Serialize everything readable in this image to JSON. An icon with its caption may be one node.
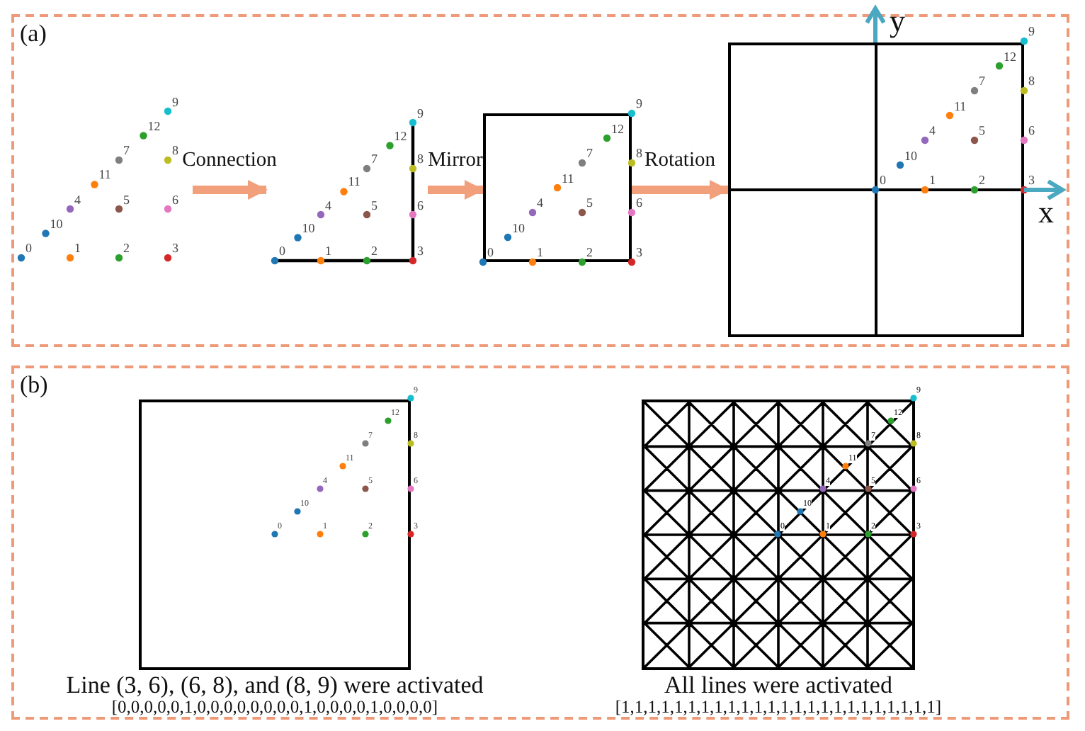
{
  "diagram": {
    "nodes": [
      {
        "text": [
          "(a)"
        ]
      },
      {
        "text": [],
        "shape": "picture",
        "in": 0
      },
      {
        "text": [],
        "shape": "picture",
        "in": 0
      },
      {
        "text": [],
        "shape": "box",
        "in": 0
      },
      {
        "text": [],
        "shape": "box",
        "in": 0
      },
      {
        "text": [
          "(b)"
        ]
      },
      {
        "text": [],
        "shape": "box",
        "in": 5,
        "beside": [
          "Line (3, 6), (6, 8), and (8, 9) were activated",
          "[0,0,0,0,0,1,0,0,0,0,0,0,0,0,1,0,0,0,0,1,0,0,0,0]"
        ]
      },
      {
        "text": [],
        "shape": "picture",
        "in": 5,
        "beside": [
          "All lines were activated",
          "[1,1,1,1,1,1,1,1,1,1,1,1,1,1,1,1,1,1,1,1,1,1,1,1]"
        ]
      }
    ],
    "edges": [
      {
        "from": 1,
        "to": 2,
        "arrow": "to",
        "label": "Connection"
      },
      {
        "from": 2,
        "to": 3,
        "arrow": "to",
        "label": "Mirror"
      },
      {
        "from": 3,
        "to": 4,
        "arrow": "to",
        "label": "Rotation"
      }
    ],
    "labels": [
      "0",
      "1",
      "2",
      "3",
      "4",
      "5",
      "6",
      "7",
      "8",
      "9",
      "10",
      "11",
      "12",
      "0",
      "1",
      "2",
      "3",
      "4",
      "5",
      "6",
      "7",
      "8",
      "9",
      "10",
      "11",
      "12",
      "0",
      "1",
      "2",
      "3",
      "4",
      "5",
      "6",
      "7",
      "8",
      "9",
      "10",
      "11",
      "12",
      "0",
      "1",
      "2",
      "3",
      "4",
      "5",
      "6",
      "7",
      "8",
      "9",
      "10",
      "11",
      "12",
      "y",
      "x",
      "0",
      "1",
      "2",
      "3",
      "4",
      "5",
      "6",
      "7",
      "8",
      "9",
      "10",
      "11",
      "12",
      "0",
      "1",
      "2",
      "3",
      "4",
      "5",
      "6",
      "7",
      "8",
      "9",
      "10",
      "11",
      "12"
    ]
  }
}
